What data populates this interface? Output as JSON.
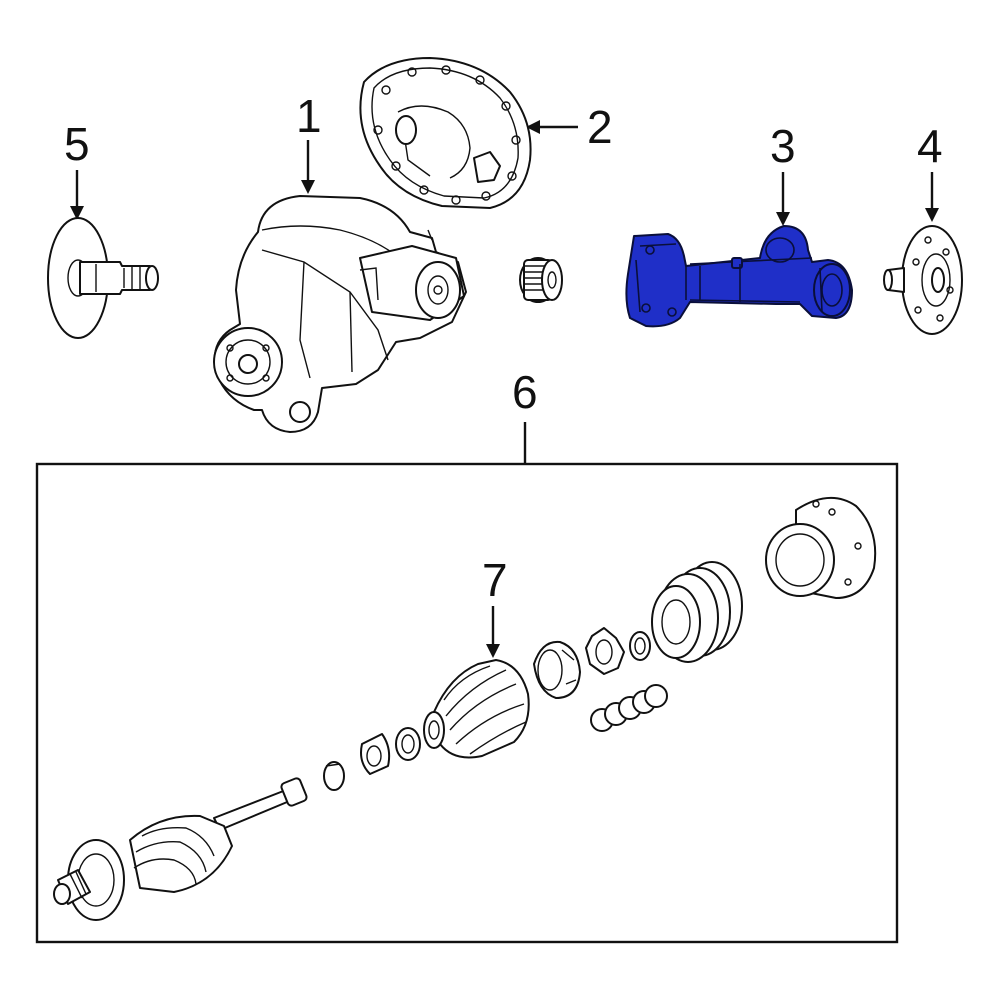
{
  "callouts": {
    "c1": "1",
    "c2": "2",
    "c3": "3",
    "c4": "4",
    "c5": "5",
    "c6": "6",
    "c7": "7"
  },
  "colors": {
    "highlight": "#1f2fc8",
    "line": "#111111",
    "background": "#ffffff"
  }
}
